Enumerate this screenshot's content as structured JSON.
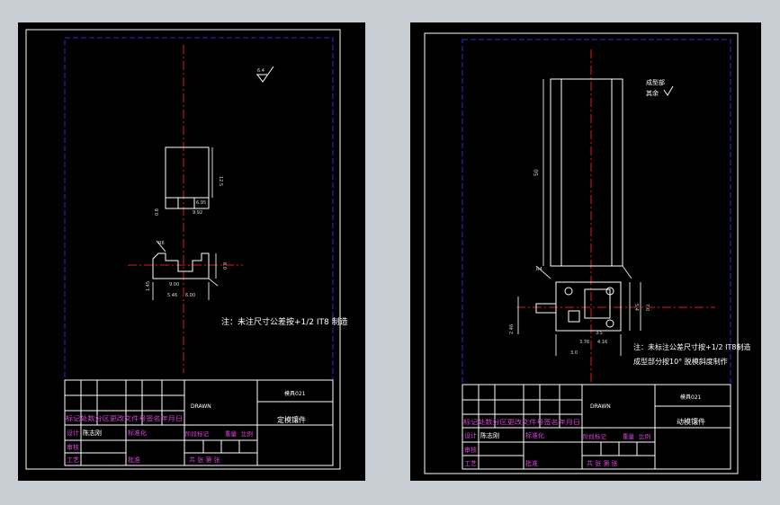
{
  "colors": {
    "viewport_bg": "#c8ccd3",
    "sheet_bg": "#000000",
    "frame_border": "#2a2ae0",
    "outline": "#ffffff",
    "center_line": "#e01a1a",
    "dimension": "#d9d9d9",
    "title_block_label": "#e040e0",
    "sheet_separator": "#8a8d94"
  },
  "left_sheet": {
    "note": "注：未注尺寸公差按+1/2 IT8 制造",
    "roughness_value": "6.4",
    "dims": {
      "height": "12.5",
      "d1": "6.95",
      "d2": "0.8",
      "d3": "9.92",
      "d4": "6.0",
      "d5": "9.00",
      "d6": "5.46",
      "d7": "6.00",
      "d8": "1.45",
      "d9": "R6"
    },
    "title_block": {
      "drawn_label": "DRAWN",
      "drawing_no": "模具021",
      "part_name": "定模镶件",
      "rows": [
        "标记处数分区更改文件号签名年月日",
        "设计",
        "标准化",
        "审核",
        "工艺",
        "批准"
      ],
      "stage_label": "阶段标记",
      "weight_label": "重量",
      "scale_label": "比例",
      "sheets_label": "共  张  第  张",
      "designer": "陈志刚"
    }
  },
  "right_sheet": {
    "forming_label": "成型部",
    "rest_label": "其余",
    "note_line1": "注：未标注公差尺寸按+1/2 IT8制造",
    "note_line2": "成型部分按10° 脱模斜度制作",
    "dims": {
      "length": "50",
      "d1": "R4",
      "d2": "5.4",
      "d3": "7.0",
      "d4": "2.46",
      "d5": "3.5",
      "d6": "3.76",
      "d7": "4.16",
      "d8": "3.0"
    },
    "title_block": {
      "drawn_label": "DRAWN",
      "drawing_no": "模具021",
      "part_name": "动模镶件",
      "rows": [
        "标记处数分区更改文件号签名年月日",
        "设计",
        "标准化",
        "审核",
        "工艺",
        "批准"
      ],
      "stage_label": "阶段标记",
      "weight_label": "重量",
      "scale_label": "比例",
      "sheets_label": "共  张  第  张",
      "designer": "陈志刚"
    }
  }
}
